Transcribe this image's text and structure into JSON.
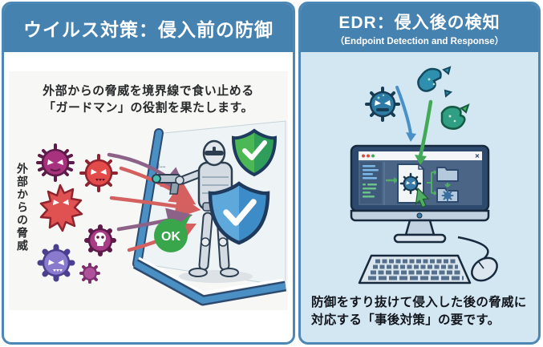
{
  "left_panel": {
    "title": "ウイルス対策：侵入前の防御",
    "caption": [
      "外部からの脅威を境界線で食い止める",
      "「ガードマン」の役割を果たします。"
    ],
    "vertical_label": "外部からの脅威",
    "ok_label": "OK",
    "glass_marks": "_J--"
  },
  "right_panel": {
    "title": "EDR：侵入後の検知",
    "subtitle": "（Endpoint Detection and Response）",
    "caption": [
      "防御をすり抜けて侵入した後の脅威に",
      "対応する「事後対策」の要です。"
    ]
  },
  "colors": {
    "header_bg": "#4682b0",
    "panel_border": "#4d87b5",
    "left_body_bg": "#ffffff",
    "right_body_bg": "#d3e7f3",
    "illustration_bg": "#f7f8f5",
    "threat_arrow_red": "#d4605f",
    "threat_arrow_purple": "#8c6288",
    "barrier_blue": "#4a90c4",
    "shield_blue": "#3e8cc7",
    "shield_green": "#3fae53",
    "ok_green": "#3aa64b",
    "virus_teal": "#2e7ca6",
    "fragment_green": "#2f9e82",
    "intrusion_arrow_blue": "#4a90c8",
    "intrusion_arrow_green": "#43a857",
    "monitor_navy": "#2d4a6e",
    "screen_slate": "#4a6585"
  }
}
